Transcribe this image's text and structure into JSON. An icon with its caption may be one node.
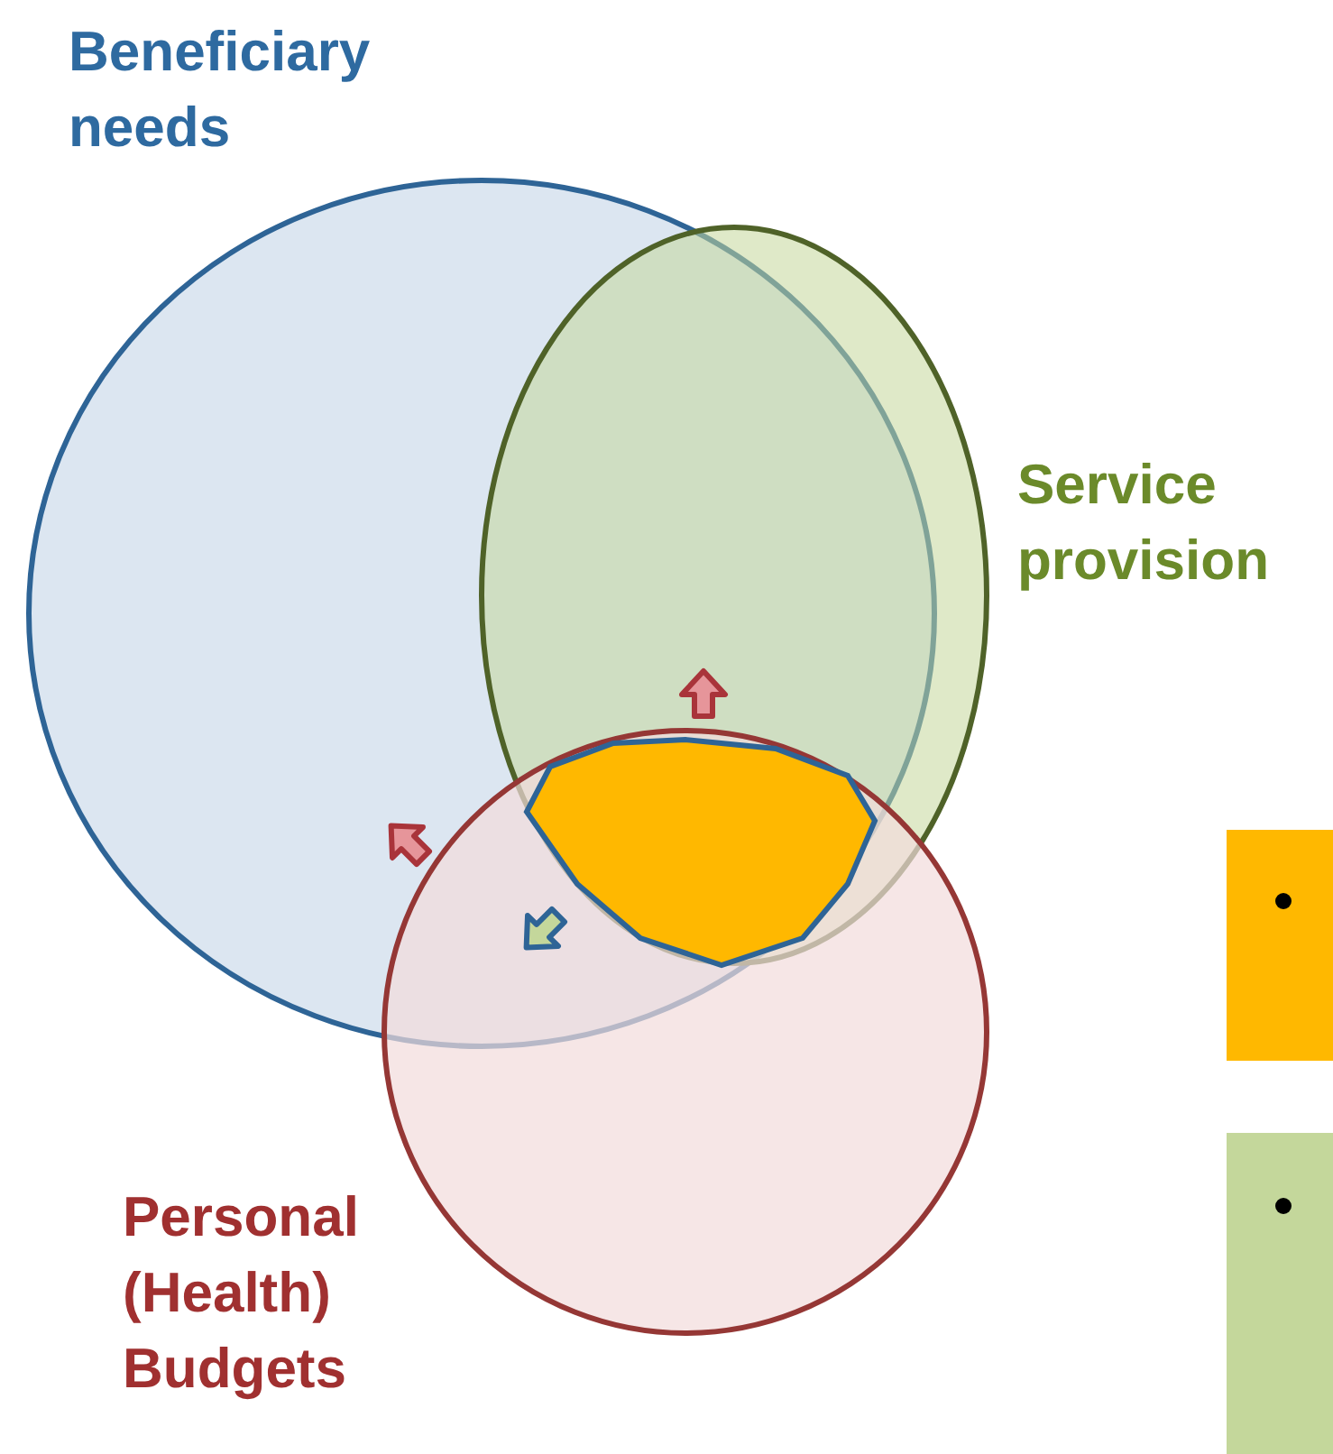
{
  "diagram": {
    "nodes": [
      {
        "text": [
          "Beneficiary needs"
        ]
      },
      {
        "text": [
          "Service provision"
        ]
      },
      {
        "text": [
          "Personal (Health) Budgets"
        ]
      },
      {
        "text": [],
        "shape": "polygon"
      },
      {
        "text": [],
        "shape": "box"
      },
      {
        "text": [],
        "shape": "box"
      }
    ]
  }
}
